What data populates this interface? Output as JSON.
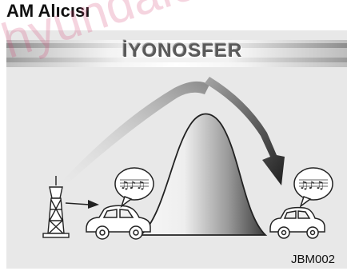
{
  "title": "AM Alıcısı",
  "ionosphere_label": "İYONOSFER",
  "code": "JBM002",
  "watermark": "hyundaiclubtr.com",
  "colors": {
    "panel": "#e8e8e8",
    "mountain_dark": "#3c3c3c",
    "mountain_light": "#f7f7f7",
    "arrow_dark": "#2a2a2a",
    "watermark": "#d23c6e"
  },
  "icons": [
    "radio-tower-icon",
    "car-icon",
    "music-note-bubble-icon"
  ]
}
